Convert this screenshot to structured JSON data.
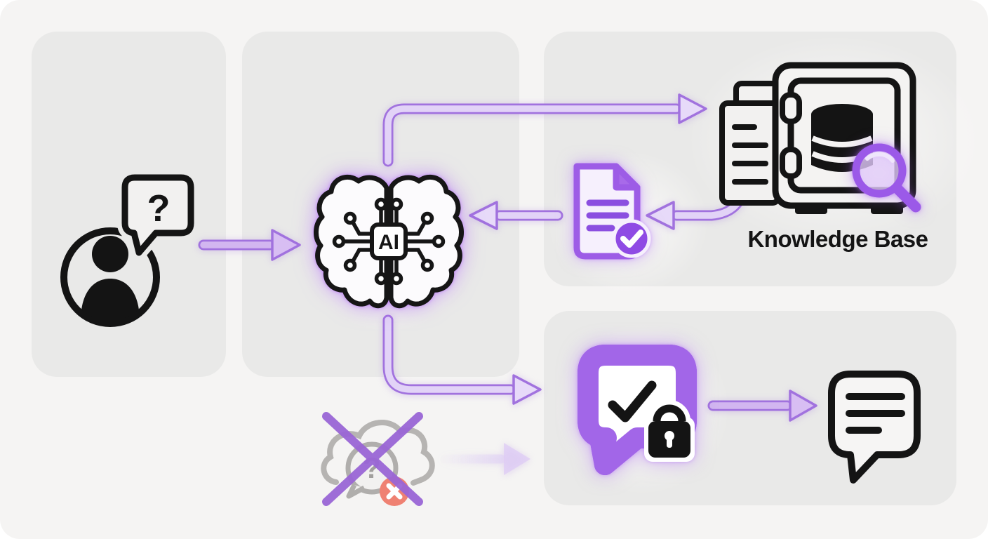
{
  "diagram": {
    "background": "#f5f4f3",
    "panel_color": "#e9e9e8",
    "accent_purple": "#a855f7",
    "arrow_outline": "#a172de",
    "arrow_fill_light": "#e2d3f7",
    "error_red": "#ef8172",
    "cloud_gray": "#b6b4b2",
    "nodes": {
      "user": {
        "icon": "user-question-icon",
        "bubble_text": "?"
      },
      "ai": {
        "icon": "ai-brain-icon",
        "chip_label": "AI"
      },
      "knowledge_base": {
        "icon": "vault-database-search-icon",
        "label": "Knowledge Base"
      },
      "verified_document": {
        "icon": "document-check-icon"
      },
      "blocked_cloud": {
        "icon": "cloud-question-blocked-icon",
        "bubble_text": "?"
      },
      "secure_chat": {
        "icon": "chat-check-lock-icon"
      },
      "response": {
        "icon": "chat-lines-icon"
      }
    },
    "edges": [
      {
        "from": "user",
        "to": "ai"
      },
      {
        "from": "ai",
        "to": "knowledge_base"
      },
      {
        "from": "knowledge_base",
        "to": "verified_document"
      },
      {
        "from": "verified_document",
        "to": "ai"
      },
      {
        "from": "ai",
        "to": "secure_chat"
      },
      {
        "from": "blocked_cloud",
        "to": "secure_chat",
        "style": "faded"
      },
      {
        "from": "secure_chat",
        "to": "response"
      }
    ]
  }
}
